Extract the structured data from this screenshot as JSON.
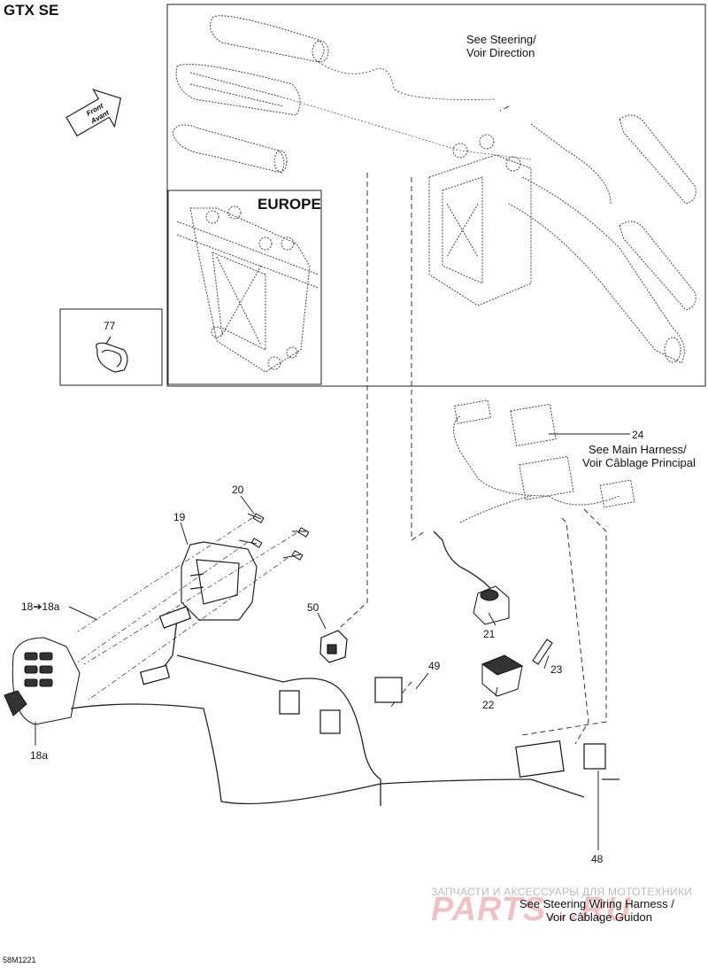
{
  "title": "GTX SE",
  "inset_label": "EUROPE",
  "front_arrow": {
    "line1": "Front",
    "line2": "Avant"
  },
  "notes": {
    "steering": [
      "See Steering/",
      "Voir Direction"
    ],
    "main_harness": [
      "See Main Harness/",
      "Voir Câblage Principal"
    ],
    "steering_harness": [
      "See Steering Wiring Harness /",
      "Voir Câblage Guidon"
    ]
  },
  "callouts": [
    "77",
    "24",
    "20",
    "19",
    "18➔18a",
    "50",
    "21",
    "49",
    "23",
    "22",
    "18a",
    "48"
  ],
  "doc_id": "58M1221",
  "watermark": {
    "text": "ЗАПЧАСТИ И АКСЕССУАРЫ ДЛЯ МОТОТЕХНИКИ",
    "logo": "PARTS…RU"
  },
  "colors": {
    "line": "#222222",
    "background": "#ffffff",
    "watermark": "#e06070"
  }
}
